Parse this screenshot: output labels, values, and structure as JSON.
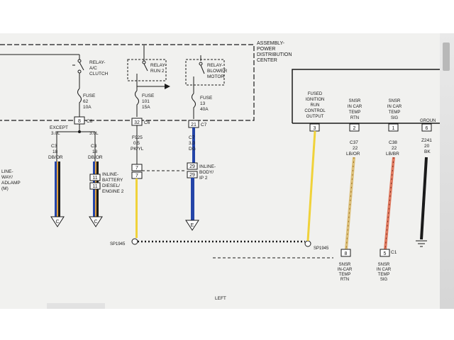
{
  "pdc": {
    "title_lines": [
      "ASSEMBLY-",
      "POWER",
      "DISTRIBUTION",
      "CENTER"
    ]
  },
  "relays": {
    "ac_clutch": [
      "RELAY-",
      "A/C",
      "CLUTCH"
    ],
    "run2": [
      "RELAY-",
      "RUN 2"
    ],
    "blower": [
      "RELAY-",
      "BLOWER",
      "MOTOR"
    ]
  },
  "fuses": {
    "f62": [
      "FUSE",
      "62",
      "10A"
    ],
    "f101": [
      "FUSE",
      "101",
      "15A"
    ],
    "f13": [
      "FUSE",
      "13",
      "40A"
    ]
  },
  "pins": {
    "p8": "8",
    "p32": "32",
    "p21": "21"
  },
  "connectors": {
    "c8": "C8",
    "c6": "C6",
    "c7": "C7"
  },
  "except": [
    "EXCEPT",
    "3.0L"
  ],
  "l30": "3.0L",
  "wires": {
    "c3_a": [
      "C3",
      "18",
      "DB/OR"
    ],
    "c3_b": [
      "C3",
      "18",
      "DB/OR"
    ],
    "f925": [
      "F925",
      "0.5",
      "PK/YL"
    ],
    "c7": [
      "C7",
      "3.0",
      "DG"
    ]
  },
  "inline_left": [
    "INLINE-",
    "BATTERY",
    "DIESEL/",
    "ENGINE 2"
  ],
  "inline_right": [
    "INLINE-",
    "BODY/",
    "IP 2"
  ],
  "inline_pins": {
    "p7a": "7",
    "p7b": "7",
    "p11a": "11",
    "p11b": "11",
    "p29a": "29",
    "p29b": "29"
  },
  "left_edge": [
    "LINE-",
    "WAY/",
    "ADLAMP",
    "(M)"
  ],
  "arrows": {
    "a1": "C",
    "a2": "C",
    "a3": "E"
  },
  "splices": {
    "left": "SP1945",
    "right": "SP1945"
  },
  "hvac_box": {
    "col1": [
      "FUSED",
      "IGNITION",
      "RUN",
      "CONTROL",
      "OUTPUT"
    ],
    "col2": [
      "SNSR",
      "IN CAR",
      "TEMP",
      "RTN"
    ],
    "col3": [
      "SNSR",
      "IN CAR",
      "TEMP",
      "SIG"
    ],
    "col4": [
      "GROUN"
    ]
  },
  "hvac_pins": {
    "p3": "3",
    "p2": "2",
    "p1": "1",
    "p6": "6"
  },
  "hvac_wires": {
    "c37": [
      "C37",
      "22",
      "LB/OR"
    ],
    "c38": [
      "C38",
      "22",
      "LB/BR"
    ],
    "z241": [
      "Z241",
      "20",
      "BK"
    ]
  },
  "bottom_pins": {
    "p8": "8",
    "p5": "5"
  },
  "bottom_conn": "C1",
  "bottom_labels": {
    "rtn": [
      "SNSR",
      "IN-CAR",
      "TEMP",
      "RTN"
    ],
    "sig": [
      "SNSR",
      "IN CAR",
      "TEMP",
      "SIG"
    ]
  },
  "bottom_left": "LEFT",
  "colors": {
    "black": "#1a1a1a",
    "blue": "#2445a8",
    "yellow": "#f0d23a",
    "tan": "#dcc07a",
    "salmon": "#e07a5f",
    "orange": "#e0a040"
  }
}
